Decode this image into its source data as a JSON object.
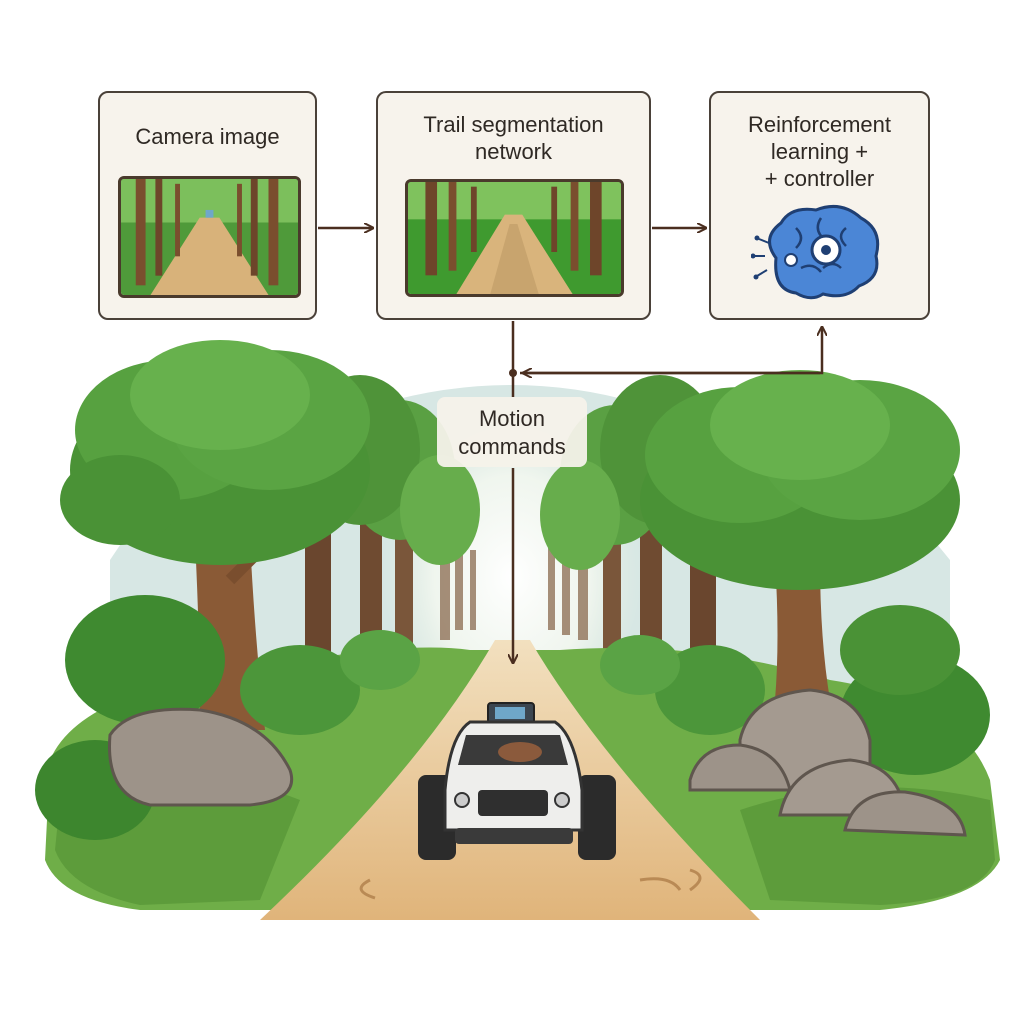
{
  "pipeline": {
    "camera": {
      "title": "Camera image"
    },
    "segmentation": {
      "title_line1": "Trail segmentation",
      "title_line2": "network"
    },
    "controller": {
      "title_line1": "Reinforcement",
      "title_line2": "learning +",
      "title_line3": "+ controller"
    }
  },
  "motion": {
    "line1": "Motion",
    "line2": "commands"
  },
  "colors": {
    "box_fill": "#f7f3ec",
    "box_border": "#4a4139",
    "arrow": "#4a2e1f",
    "brain": "#4b86d6",
    "tree_canopy": "#4e9a3a",
    "trail": "#e2bd86"
  },
  "icons": {
    "controller": "brain-icon",
    "robot": "robot-vehicle-icon"
  }
}
